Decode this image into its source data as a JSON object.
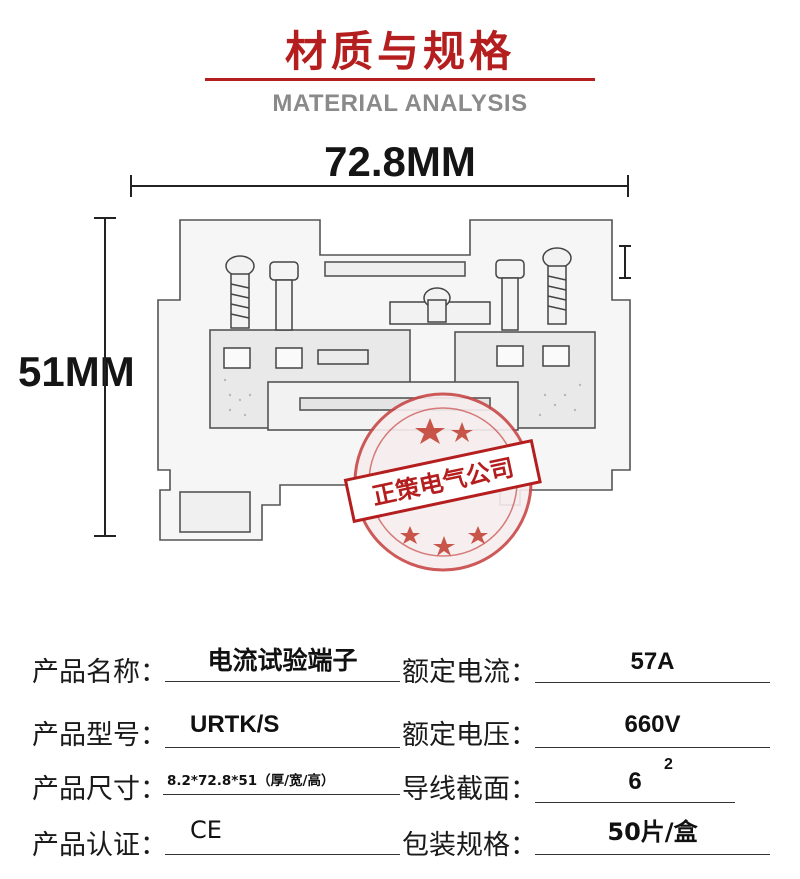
{
  "header": {
    "title": "材质与规格",
    "subtitle": "MATERIAL ANALYSIS"
  },
  "dimensions": {
    "width": "72.8MM",
    "height": "51MM"
  },
  "stamp": {
    "text": "正策电气公司"
  },
  "specs": {
    "product_name_label": "产品名称：",
    "product_name_value": "电流试验端子",
    "rated_current_label": "额定电流：",
    "rated_current_value": "57A",
    "model_label": "产品型号：",
    "model_value": "URTK/S",
    "rated_voltage_label": "额定电压：",
    "rated_voltage_value": "660V",
    "size_label": "产品尺寸：",
    "size_value": "8.2*72.8*51（厚/宽/高）",
    "wire_section_label": "导线截面：",
    "wire_section_value": "6",
    "wire_section_superscript": "2",
    "certification_label": "产品认证：",
    "certification_value": "CE",
    "packing_label": "包装规格：",
    "packing_value": "50片/盒"
  },
  "colors": {
    "accent_red": "#b41e1e",
    "subtitle_gray": "#8a8a8a"
  }
}
